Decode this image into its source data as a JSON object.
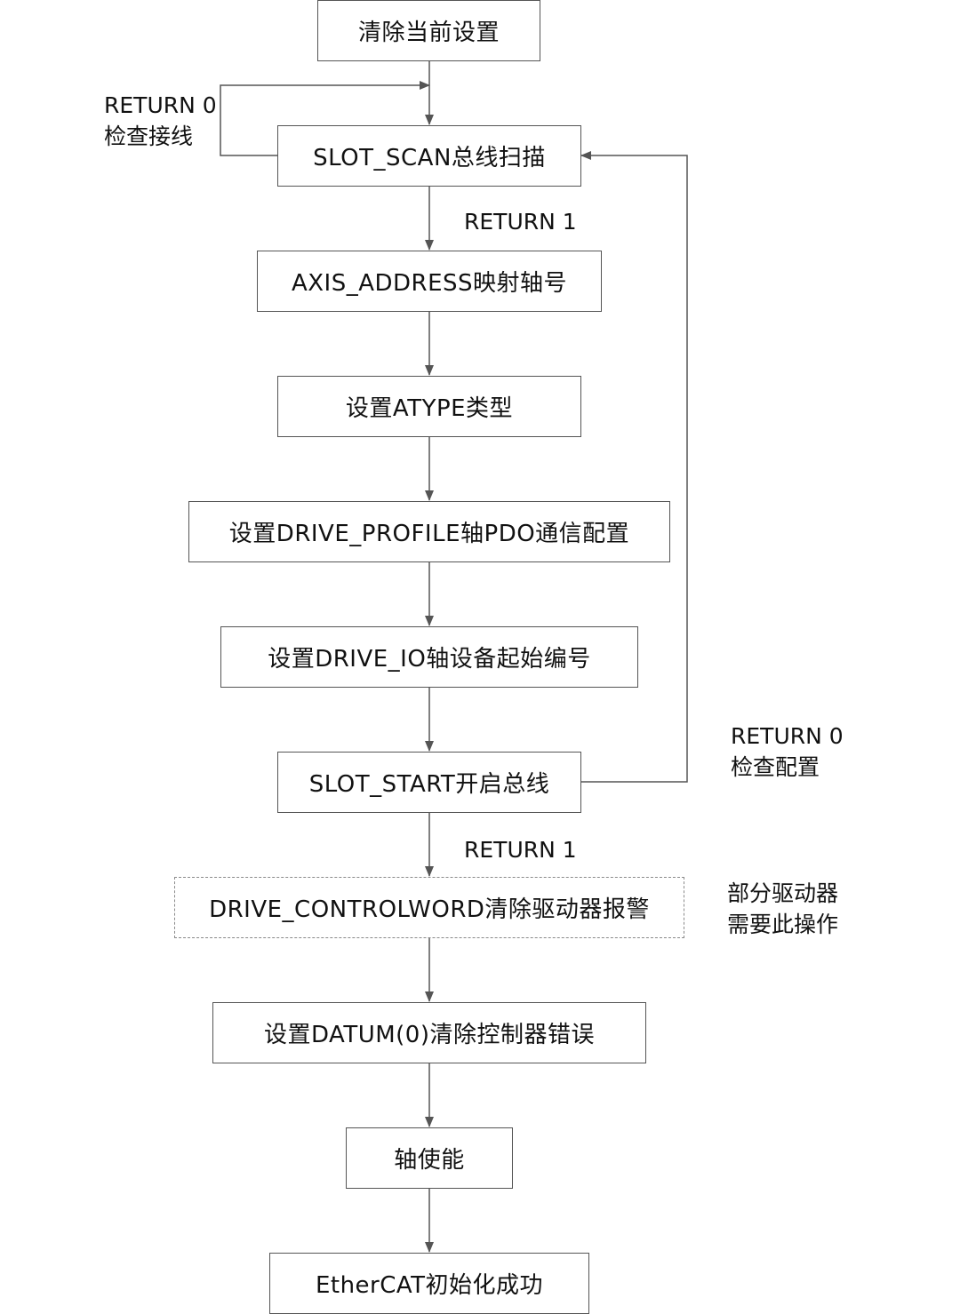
{
  "nodes": {
    "clear_settings": "清除当前设置",
    "slot_scan": "SLOT_SCAN总线扫描",
    "axis_address": "AXIS_ADDRESS映射轴号",
    "set_atype": "设置ATYPE类型",
    "drive_profile": "设置DRIVE_PROFILE轴PDO通信配置",
    "drive_io": "设置DRIVE_IO轴设备起始编号",
    "slot_start": "SLOT_START开启总线",
    "drive_controlword": "DRIVE_CONTROLWORD清除驱动器报警",
    "set_datum": "设置DATUM(0)清除控制器错误",
    "axis_enable": "轴使能",
    "success": "EtherCAT初始化成功"
  },
  "edge_labels": {
    "scan_return0_line1": "RETURN 0",
    "scan_return0_line2": "检查接线",
    "scan_return1": "RETURN 1",
    "start_return0_line1": "RETURN 0",
    "start_return0_line2": "检查配置",
    "start_return1": "RETURN 1",
    "note_line1": "部分驱动器",
    "note_line2": "需要此操作"
  },
  "colors": {
    "line": "#555555",
    "dashed_border": "#8a8a8a"
  }
}
